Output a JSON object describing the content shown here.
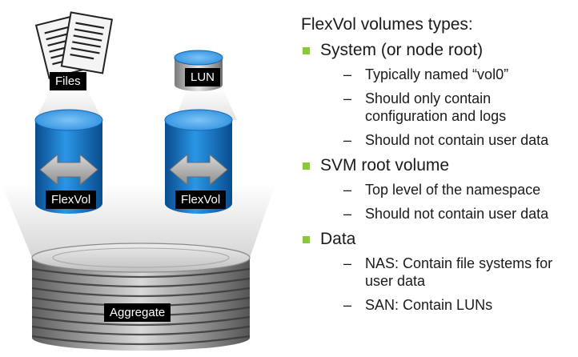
{
  "diagram": {
    "files_label": "Files",
    "lun_label": "LUN",
    "flexvol_left_label": "FlexVol",
    "flexvol_right_label": "FlexVol",
    "aggregate_label": "Aggregate"
  },
  "panel": {
    "heading": "FlexVol volumes types:",
    "sections": [
      {
        "title": "System (or node root)",
        "items": [
          "Typically named “vol0”",
          "Should only contain configuration and logs",
          "Should not contain user data"
        ]
      },
      {
        "title": "SVM root volume",
        "items": [
          "Top level of the namespace",
          "Should not contain user data"
        ]
      },
      {
        "title": "Data",
        "items": [
          "NAS: Contain file systems for user data",
          "SAN: Contain LUNs"
        ]
      }
    ]
  },
  "colors": {
    "bullet": "#8cc63e",
    "volume_blue": "#1a7fd0",
    "label_bg": "#000000"
  }
}
